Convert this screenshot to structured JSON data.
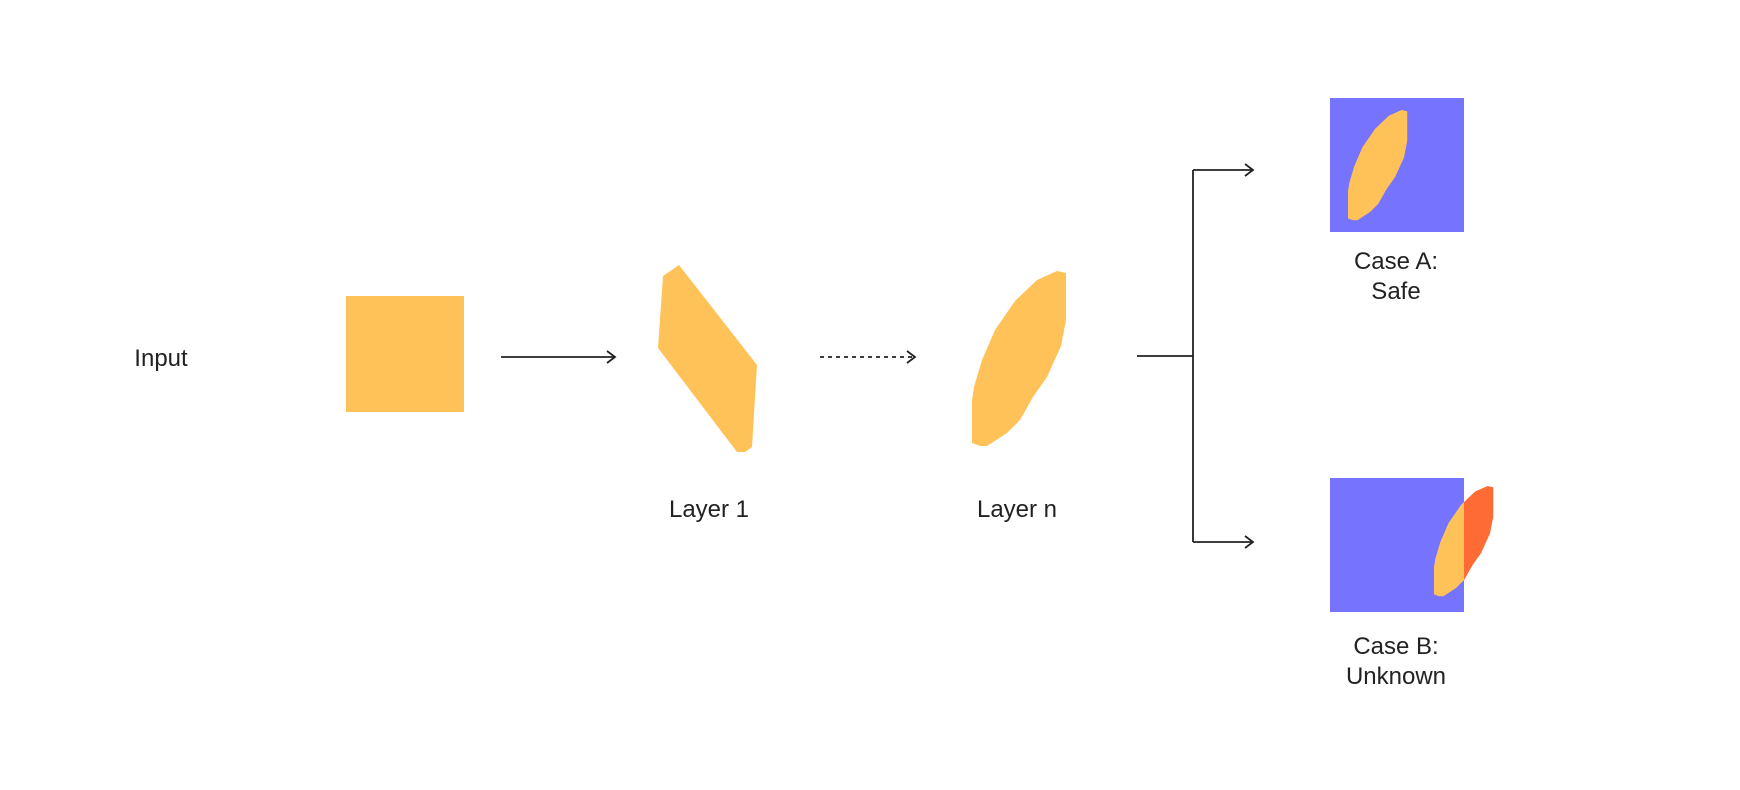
{
  "input_label": "Input",
  "layer1_label": "Layer 1",
  "layern_label": "Layer n",
  "case_a": {
    "line1": "Case A:",
    "line2": "Safe"
  },
  "case_b": {
    "line1": "Case B:",
    "line2": "Unknown"
  },
  "colors": {
    "shape": "#FFC259",
    "box": "#7673FF",
    "outside": "#FF6B35",
    "line": "#222222"
  }
}
